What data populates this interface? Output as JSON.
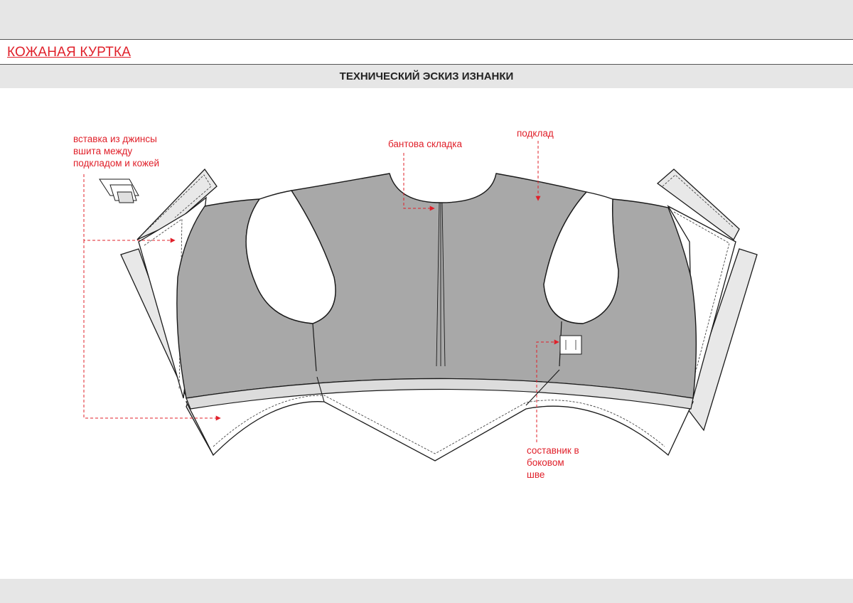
{
  "header": {
    "title": "КОЖАНАЯ КУРТКА",
    "subtitle": "ТЕХНИЧЕСКИЙ ЭСКИЗ ИЗНАНКИ"
  },
  "annotations": {
    "denim_insert_line1": "вставка из джинсы",
    "denim_insert_line2": "вшита между",
    "denim_insert_line3": "подкладом и кожей",
    "box_pleat": "бантова складка",
    "lining": "подклад",
    "side_seam_label_line1": "составник в",
    "side_seam_label_line2": "боковом",
    "side_seam_label_line3": "шве"
  },
  "colors": {
    "accent": "#e0202a",
    "lining_fill": "#a8a8a8",
    "band_fill": "#e6e6e6",
    "outline": "#1a1a1a"
  }
}
